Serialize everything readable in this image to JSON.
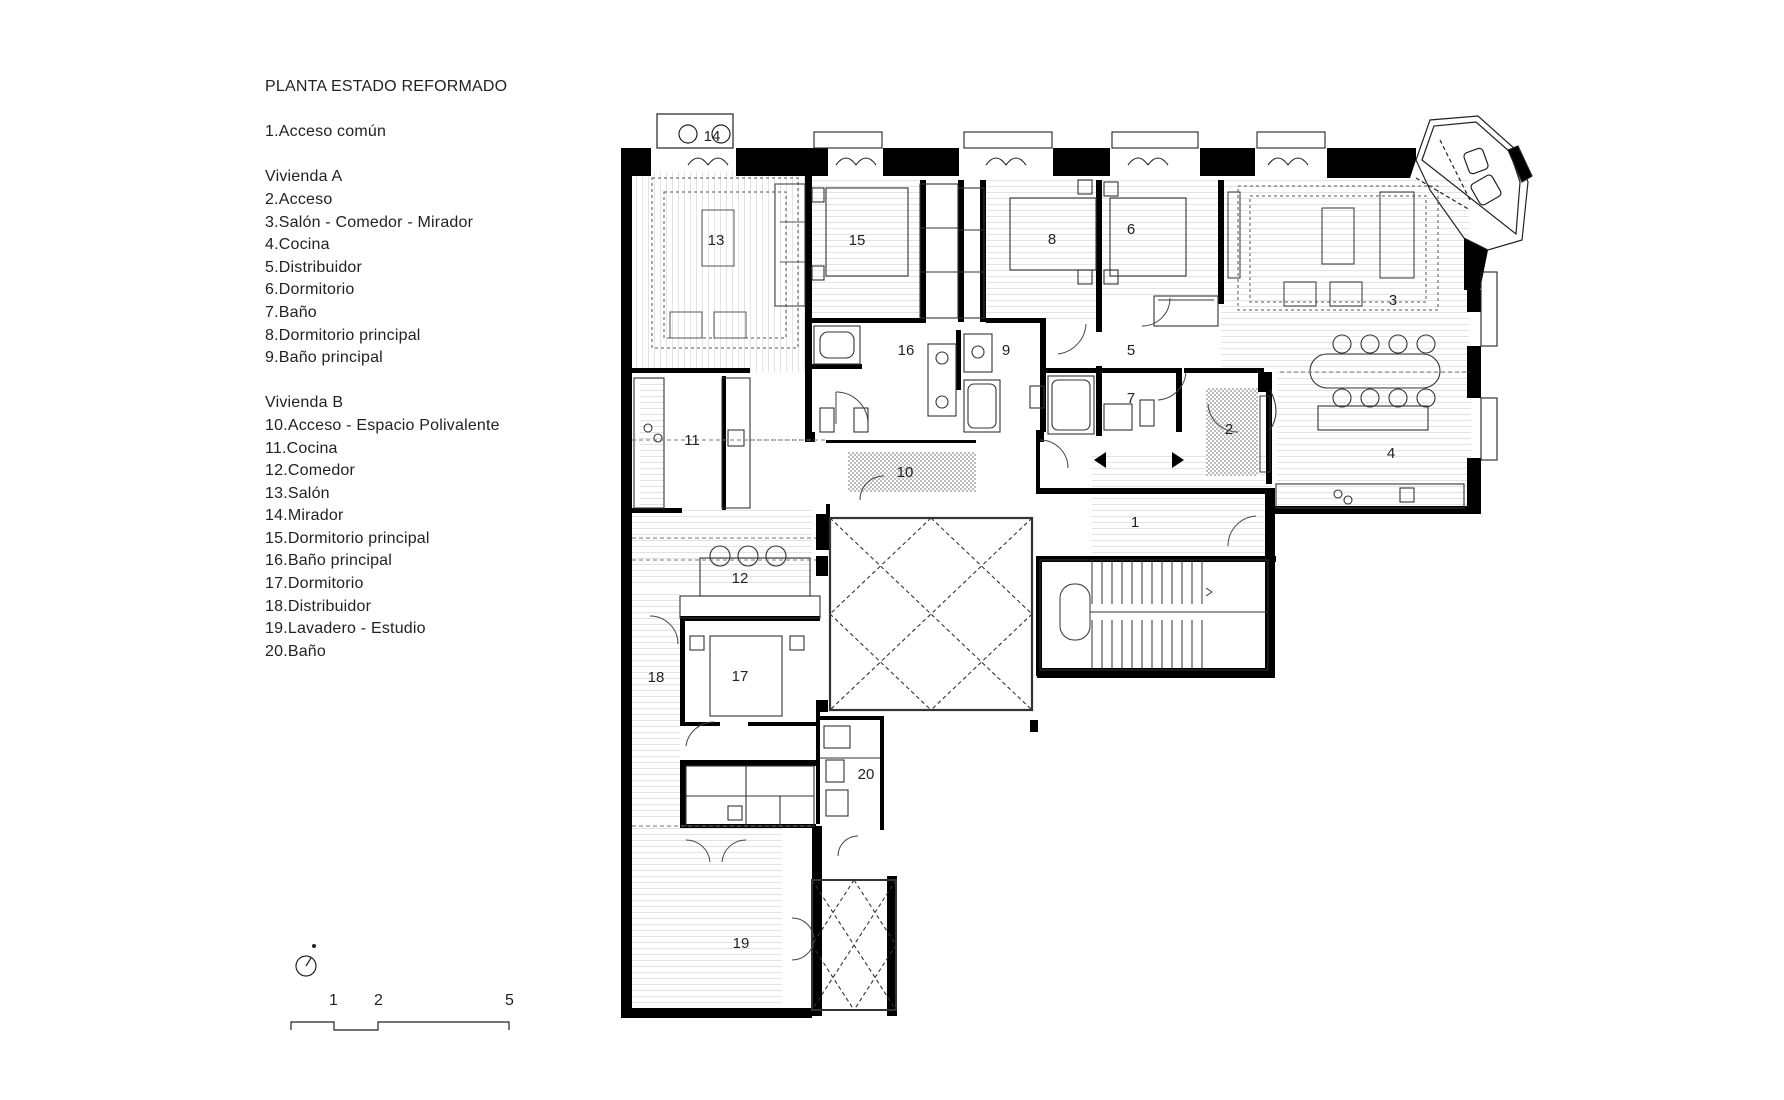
{
  "legend": {
    "title": "PLANTA ESTADO REFORMADO",
    "common": "1.Acceso común",
    "groups": [
      {
        "heading": "Vivienda A",
        "items": [
          "2.Acceso",
          "3.Salón - Comedor - Mirador",
          "4.Cocina",
          "5.Distribuidor",
          "6.Dormitorio",
          "7.Baño",
          "8.Dormitorio principal",
          "9.Baño principal"
        ]
      },
      {
        "heading": "Vivienda B",
        "items": [
          "10.Acceso - Espacio Polivalente",
          "11.Cocina",
          "12.Comedor",
          "13.Salón",
          "14.Mirador",
          "15.Dormitorio principal",
          "16.Baño principal",
          "17.Dormitorio",
          "18.Distribuidor",
          "19.Lavadero - Estudio",
          "20.Baño"
        ]
      }
    ]
  },
  "scale": {
    "labels": [
      "1",
      "2",
      "5"
    ]
  },
  "rooms": [
    {
      "n": "1"
    },
    {
      "n": "2"
    },
    {
      "n": "3"
    },
    {
      "n": "4"
    },
    {
      "n": "5"
    },
    {
      "n": "6"
    },
    {
      "n": "7"
    },
    {
      "n": "8"
    },
    {
      "n": "9"
    },
    {
      "n": "10"
    },
    {
      "n": "11"
    },
    {
      "n": "12"
    },
    {
      "n": "13"
    },
    {
      "n": "14"
    },
    {
      "n": "15"
    },
    {
      "n": "16"
    },
    {
      "n": "17"
    },
    {
      "n": "18"
    },
    {
      "n": "19"
    },
    {
      "n": "20"
    }
  ]
}
